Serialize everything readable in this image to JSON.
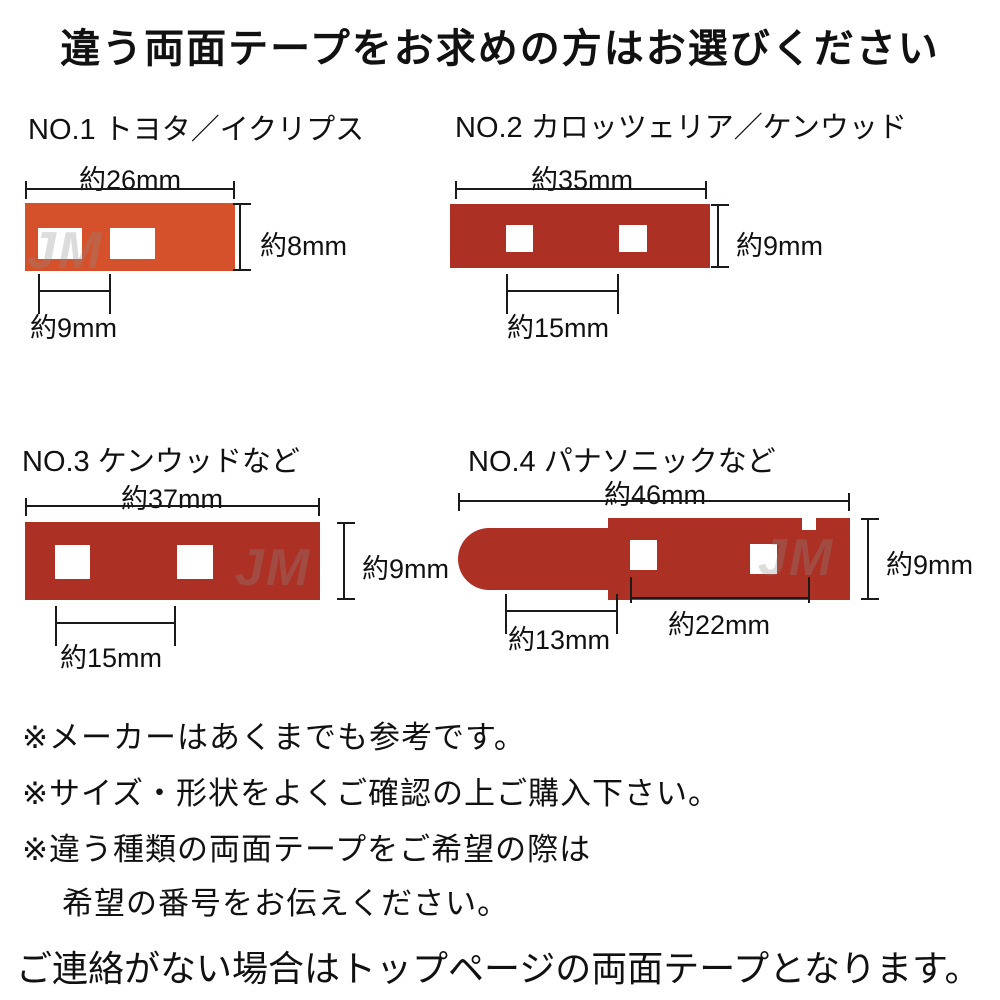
{
  "title": "違う両面テープをお求めの方はお選びください",
  "watermark": "JM",
  "tapes": [
    {
      "label": "NO.1 トヨタ／イクリプス",
      "width_label": "約26mm",
      "height_label": "約8mm",
      "pitch_label": "約9mm",
      "color": "#d5512b"
    },
    {
      "label": "NO.2 カロッツェリア／ケンウッド",
      "width_label": "約35mm",
      "height_label": "約9mm",
      "pitch_label": "約15mm",
      "color": "#ac3024"
    },
    {
      "label": "NO.3 ケンウッドなど",
      "width_label": "約37mm",
      "height_label": "約9mm",
      "pitch_label": "約15mm",
      "color": "#ac3024"
    },
    {
      "label": "NO.4 パナソニックなど",
      "width_label": "約46mm",
      "height_label": "約9mm",
      "pitch_label": "約13mm",
      "pitch2_label": "約22mm",
      "color": "#ac3024"
    }
  ],
  "notes": [
    "※メーカーはあくまでも参考です。",
    "※サイズ・形状をよくご確認の上ご購入下さい。",
    "※違う種類の両面テープをご希望の際は",
    "希望の番号をお伝えください。"
  ],
  "footer": "ご連絡がない場合はトップページの両面テープとなります。"
}
